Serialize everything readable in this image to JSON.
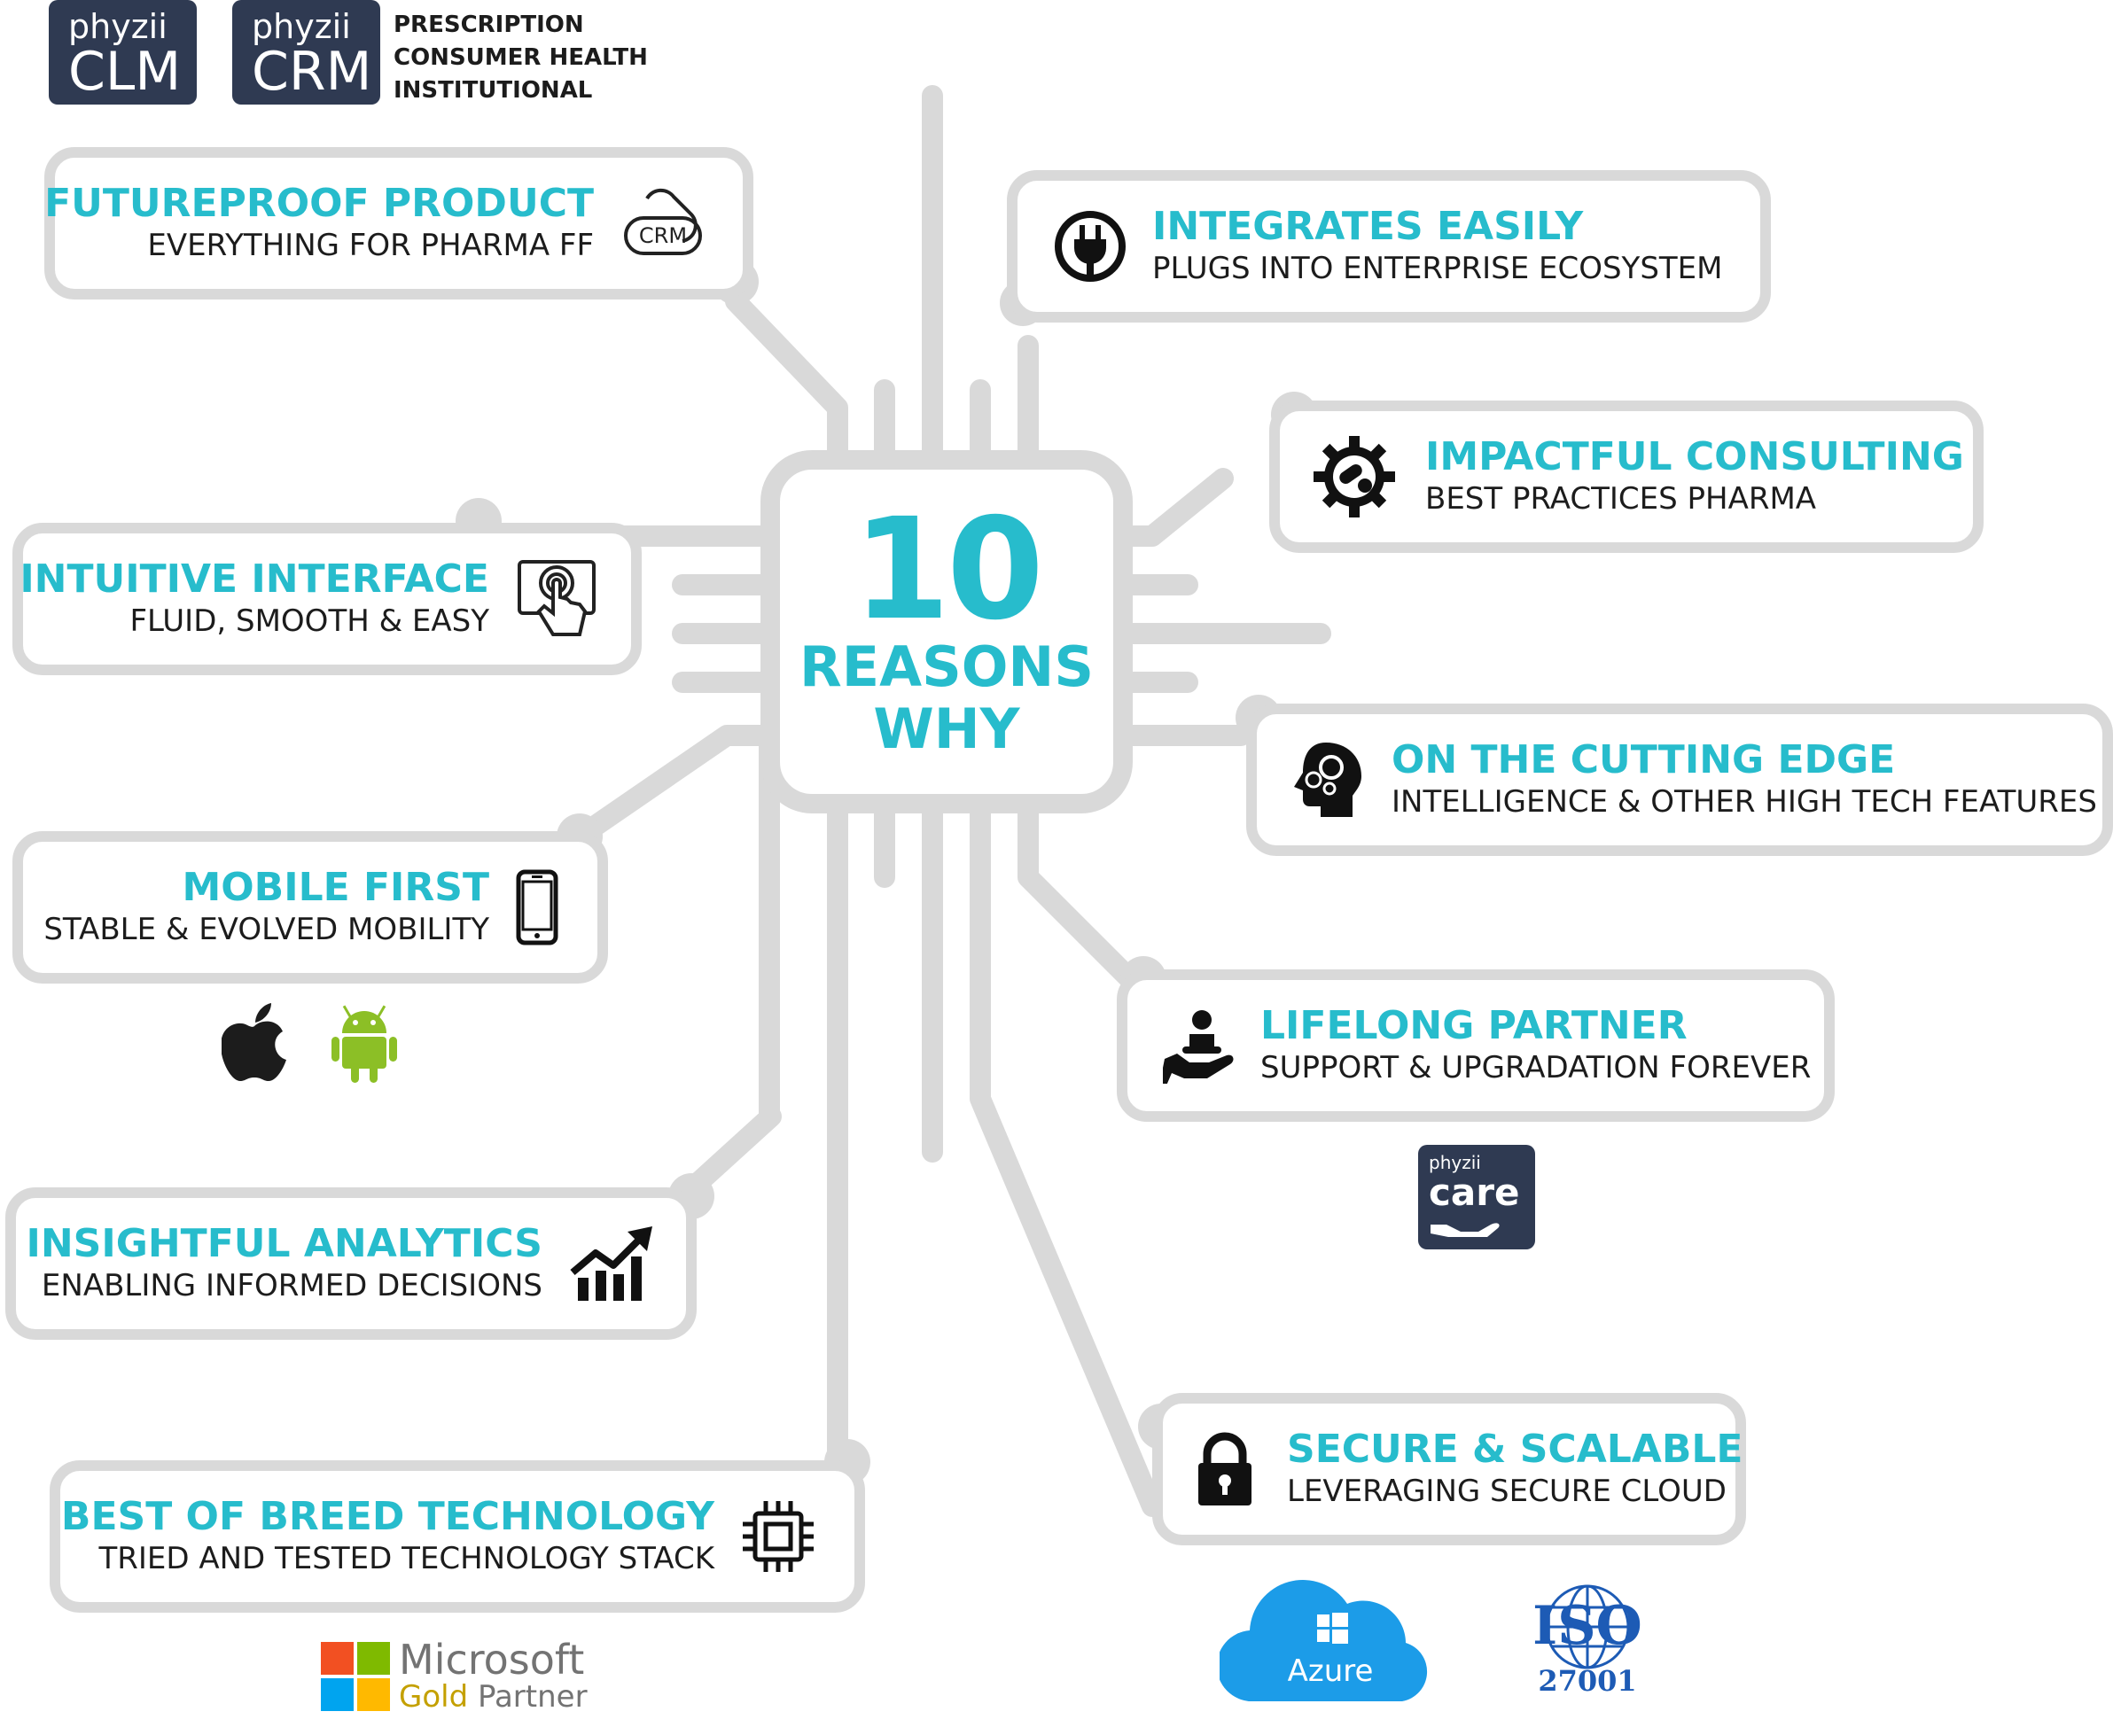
{
  "brand": {
    "clm_badge": {
      "top": "phyzii",
      "bottom": "CLM"
    },
    "crm_badge": {
      "top": "phyzii",
      "bottom": "CRM"
    },
    "segments": [
      "PRESCRIPTION",
      "CONSUMER HEALTH",
      "INSTITUTIONAL"
    ]
  },
  "center": {
    "number": "10",
    "line1": "REASONS",
    "line2": "WHY"
  },
  "reasons": {
    "futureproof": {
      "title": "FUTUREPROOF PRODUCT",
      "subtitle": "EVERYTHING FOR PHARMA FF",
      "icon": "crm-pill-icon"
    },
    "integrates": {
      "title": "INTEGRATES EASILY",
      "subtitle": "PLUGS INTO ENTERPRISE ECOSYSTEM",
      "icon": "plug-icon"
    },
    "consulting": {
      "title": "IMPACTFUL CONSULTING",
      "subtitle": "BEST PRACTICES PHARMA",
      "icon": "gear-pill-icon"
    },
    "interface": {
      "title": "INTUITIVE INTERFACE",
      "subtitle": "FLUID, SMOOTH & EASY",
      "icon": "touch-screen-icon"
    },
    "cutting_edge": {
      "title": "ON THE CUTTING EDGE",
      "subtitle": "INTELLIGENCE & OTHER HIGH TECH FEATURES",
      "icon": "head-gears-icon"
    },
    "mobile": {
      "title": "MOBILE FIRST",
      "subtitle": "STABLE & EVOLVED MOBILITY",
      "icon": "smartphone-icon"
    },
    "partner": {
      "title": "LIFELONG PARTNER",
      "subtitle": "SUPPORT & UPGRADATION FOREVER",
      "icon": "support-hand-icon"
    },
    "analytics": {
      "title": "INSIGHTFUL ANALYTICS",
      "subtitle": "ENABLING INFORMED DECISIONS",
      "icon": "growth-chart-icon"
    },
    "secure": {
      "title": "SECURE & SCALABLE",
      "subtitle": "LEVERAGING SECURE CLOUD",
      "icon": "padlock-icon"
    },
    "technology": {
      "title": "BEST OF BREED TECHNOLOGY",
      "subtitle": "TRIED AND TESTED TECHNOLOGY STACK",
      "icon": "chip-icon"
    }
  },
  "logos": {
    "care": {
      "top": "phyzii",
      "bottom": "care"
    },
    "microsoft": {
      "name": "Microsoft",
      "gold": "Gold",
      "partner": " Partner"
    },
    "azure": "Azure",
    "iso": {
      "name": "ISO",
      "number": "27001"
    }
  },
  "colors": {
    "accent": "#27bccc",
    "wire": "#d9d9d9",
    "badge": "#2f3a52",
    "text": "#1c1c1c",
    "android": "#8cbf26",
    "azure": "#1c9ce8",
    "iso": "#1d5bb5"
  }
}
